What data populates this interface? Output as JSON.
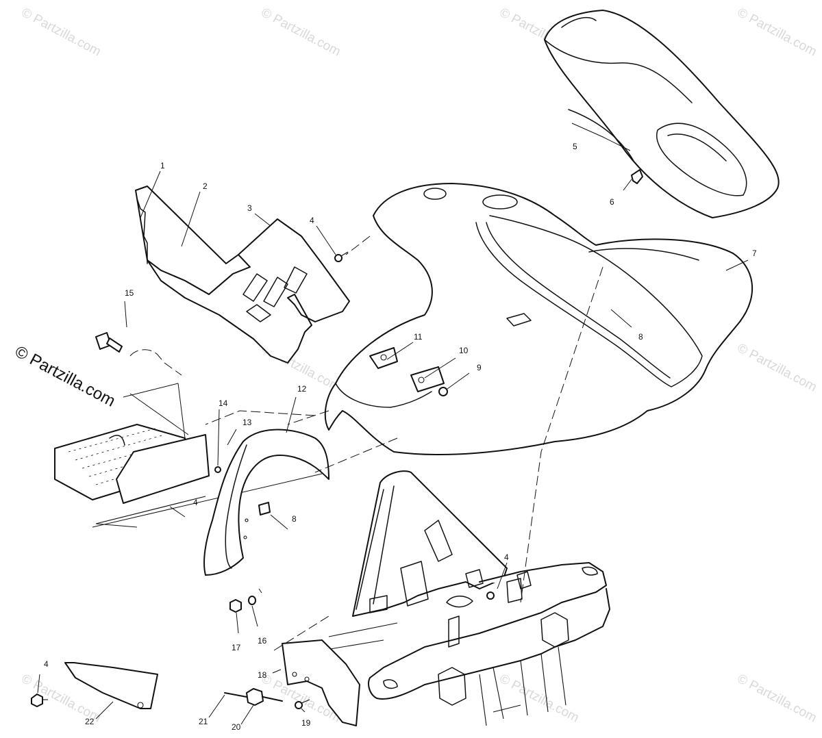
{
  "watermark": {
    "text": "© Partzilla.com",
    "prominent_text": "© Partzilla.com",
    "color": "#d9d9d9"
  },
  "callouts": {
    "c1": "1",
    "c2": "2",
    "c3": "3",
    "c4a": "4",
    "c4b": "4",
    "c4c": "4",
    "c4d": "4",
    "c5": "5",
    "c6": "6",
    "c7": "7",
    "c8a": "8",
    "c8b": "8",
    "c9": "9",
    "c10": "10",
    "c11": "11",
    "c12": "12",
    "c13": "13",
    "c14": "14",
    "c15": "15",
    "c16": "16",
    "c17": "17",
    "c18": "18",
    "c19": "19",
    "c20": "20",
    "c21": "21",
    "c22": "22"
  }
}
